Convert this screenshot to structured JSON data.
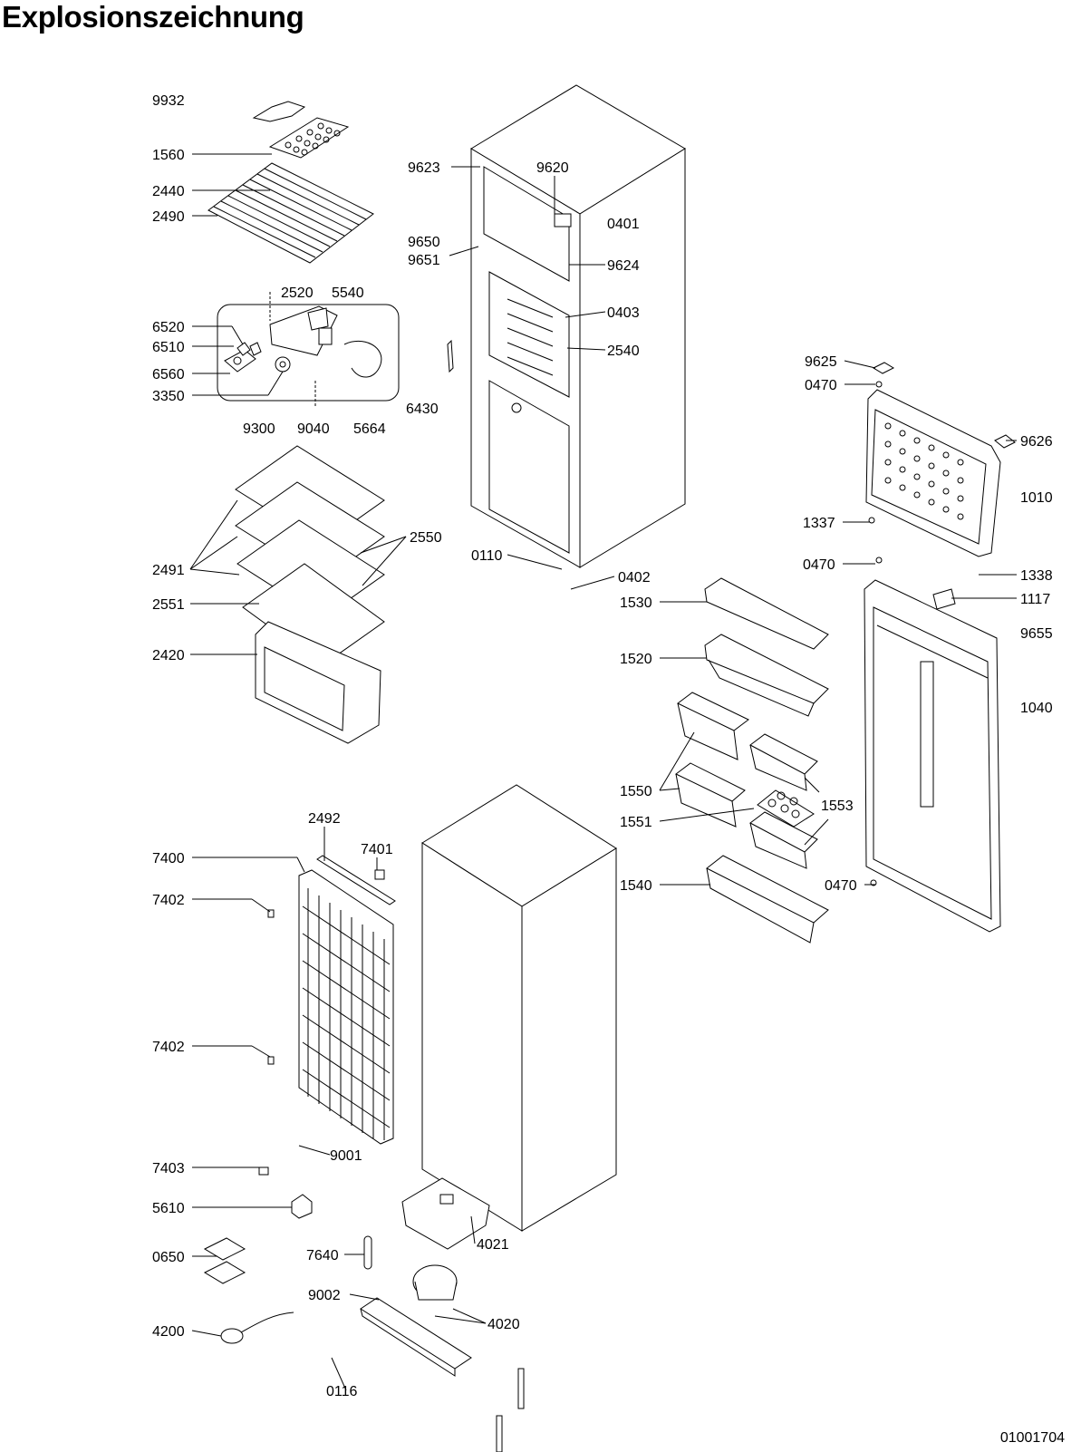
{
  "page": {
    "title": "Explosionszeichnung",
    "doc_number": "01001704"
  },
  "labels": [
    {
      "id": "9932",
      "text": "9932"
    },
    {
      "id": "1560",
      "text": "1560"
    },
    {
      "id": "2440",
      "text": "2440"
    },
    {
      "id": "2490",
      "text": "2490"
    },
    {
      "id": "2520",
      "text": "2520"
    },
    {
      "id": "5540",
      "text": "5540"
    },
    {
      "id": "6520",
      "text": "6520"
    },
    {
      "id": "6510",
      "text": "6510"
    },
    {
      "id": "6560",
      "text": "6560"
    },
    {
      "id": "3350",
      "text": "3350"
    },
    {
      "id": "9300",
      "text": "9300"
    },
    {
      "id": "9040",
      "text": "9040"
    },
    {
      "id": "5664",
      "text": "5664"
    },
    {
      "id": "6430",
      "text": "6430"
    },
    {
      "id": "9623",
      "text": "9623"
    },
    {
      "id": "9620",
      "text": "9620"
    },
    {
      "id": "0401",
      "text": "0401"
    },
    {
      "id": "9650",
      "text": "9650"
    },
    {
      "id": "9651",
      "text": "9651"
    },
    {
      "id": "9624",
      "text": "9624"
    },
    {
      "id": "0403",
      "text": "0403"
    },
    {
      "id": "2540",
      "text": "2540"
    },
    {
      "id": "2550",
      "text": "2550"
    },
    {
      "id": "2491",
      "text": "2491"
    },
    {
      "id": "2551",
      "text": "2551"
    },
    {
      "id": "2420",
      "text": "2420"
    },
    {
      "id": "0110",
      "text": "0110"
    },
    {
      "id": "0402",
      "text": "0402"
    },
    {
      "id": "9625",
      "text": "9625"
    },
    {
      "id": "0470a",
      "text": "0470"
    },
    {
      "id": "9626",
      "text": "9626"
    },
    {
      "id": "1010",
      "text": "1010"
    },
    {
      "id": "1337",
      "text": "1337"
    },
    {
      "id": "0470b",
      "text": "0470"
    },
    {
      "id": "1338",
      "text": "1338"
    },
    {
      "id": "1117",
      "text": "1117"
    },
    {
      "id": "9655",
      "text": "9655"
    },
    {
      "id": "1530",
      "text": "1530"
    },
    {
      "id": "1520",
      "text": "1520"
    },
    {
      "id": "1040",
      "text": "1040"
    },
    {
      "id": "1550",
      "text": "1550"
    },
    {
      "id": "1553",
      "text": "1553"
    },
    {
      "id": "1551",
      "text": "1551"
    },
    {
      "id": "1540",
      "text": "1540"
    },
    {
      "id": "0470c",
      "text": "0470"
    },
    {
      "id": "2492",
      "text": "2492"
    },
    {
      "id": "7401",
      "text": "7401"
    },
    {
      "id": "7400",
      "text": "7400"
    },
    {
      "id": "7402a",
      "text": "7402"
    },
    {
      "id": "7402b",
      "text": "7402"
    },
    {
      "id": "9001",
      "text": "9001"
    },
    {
      "id": "7403",
      "text": "7403"
    },
    {
      "id": "5610",
      "text": "5610"
    },
    {
      "id": "4021",
      "text": "4021"
    },
    {
      "id": "0650",
      "text": "0650"
    },
    {
      "id": "7640",
      "text": "7640"
    },
    {
      "id": "9002",
      "text": "9002"
    },
    {
      "id": "4020",
      "text": "4020"
    },
    {
      "id": "4200",
      "text": "4200"
    },
    {
      "id": "0116",
      "text": "0116"
    }
  ]
}
